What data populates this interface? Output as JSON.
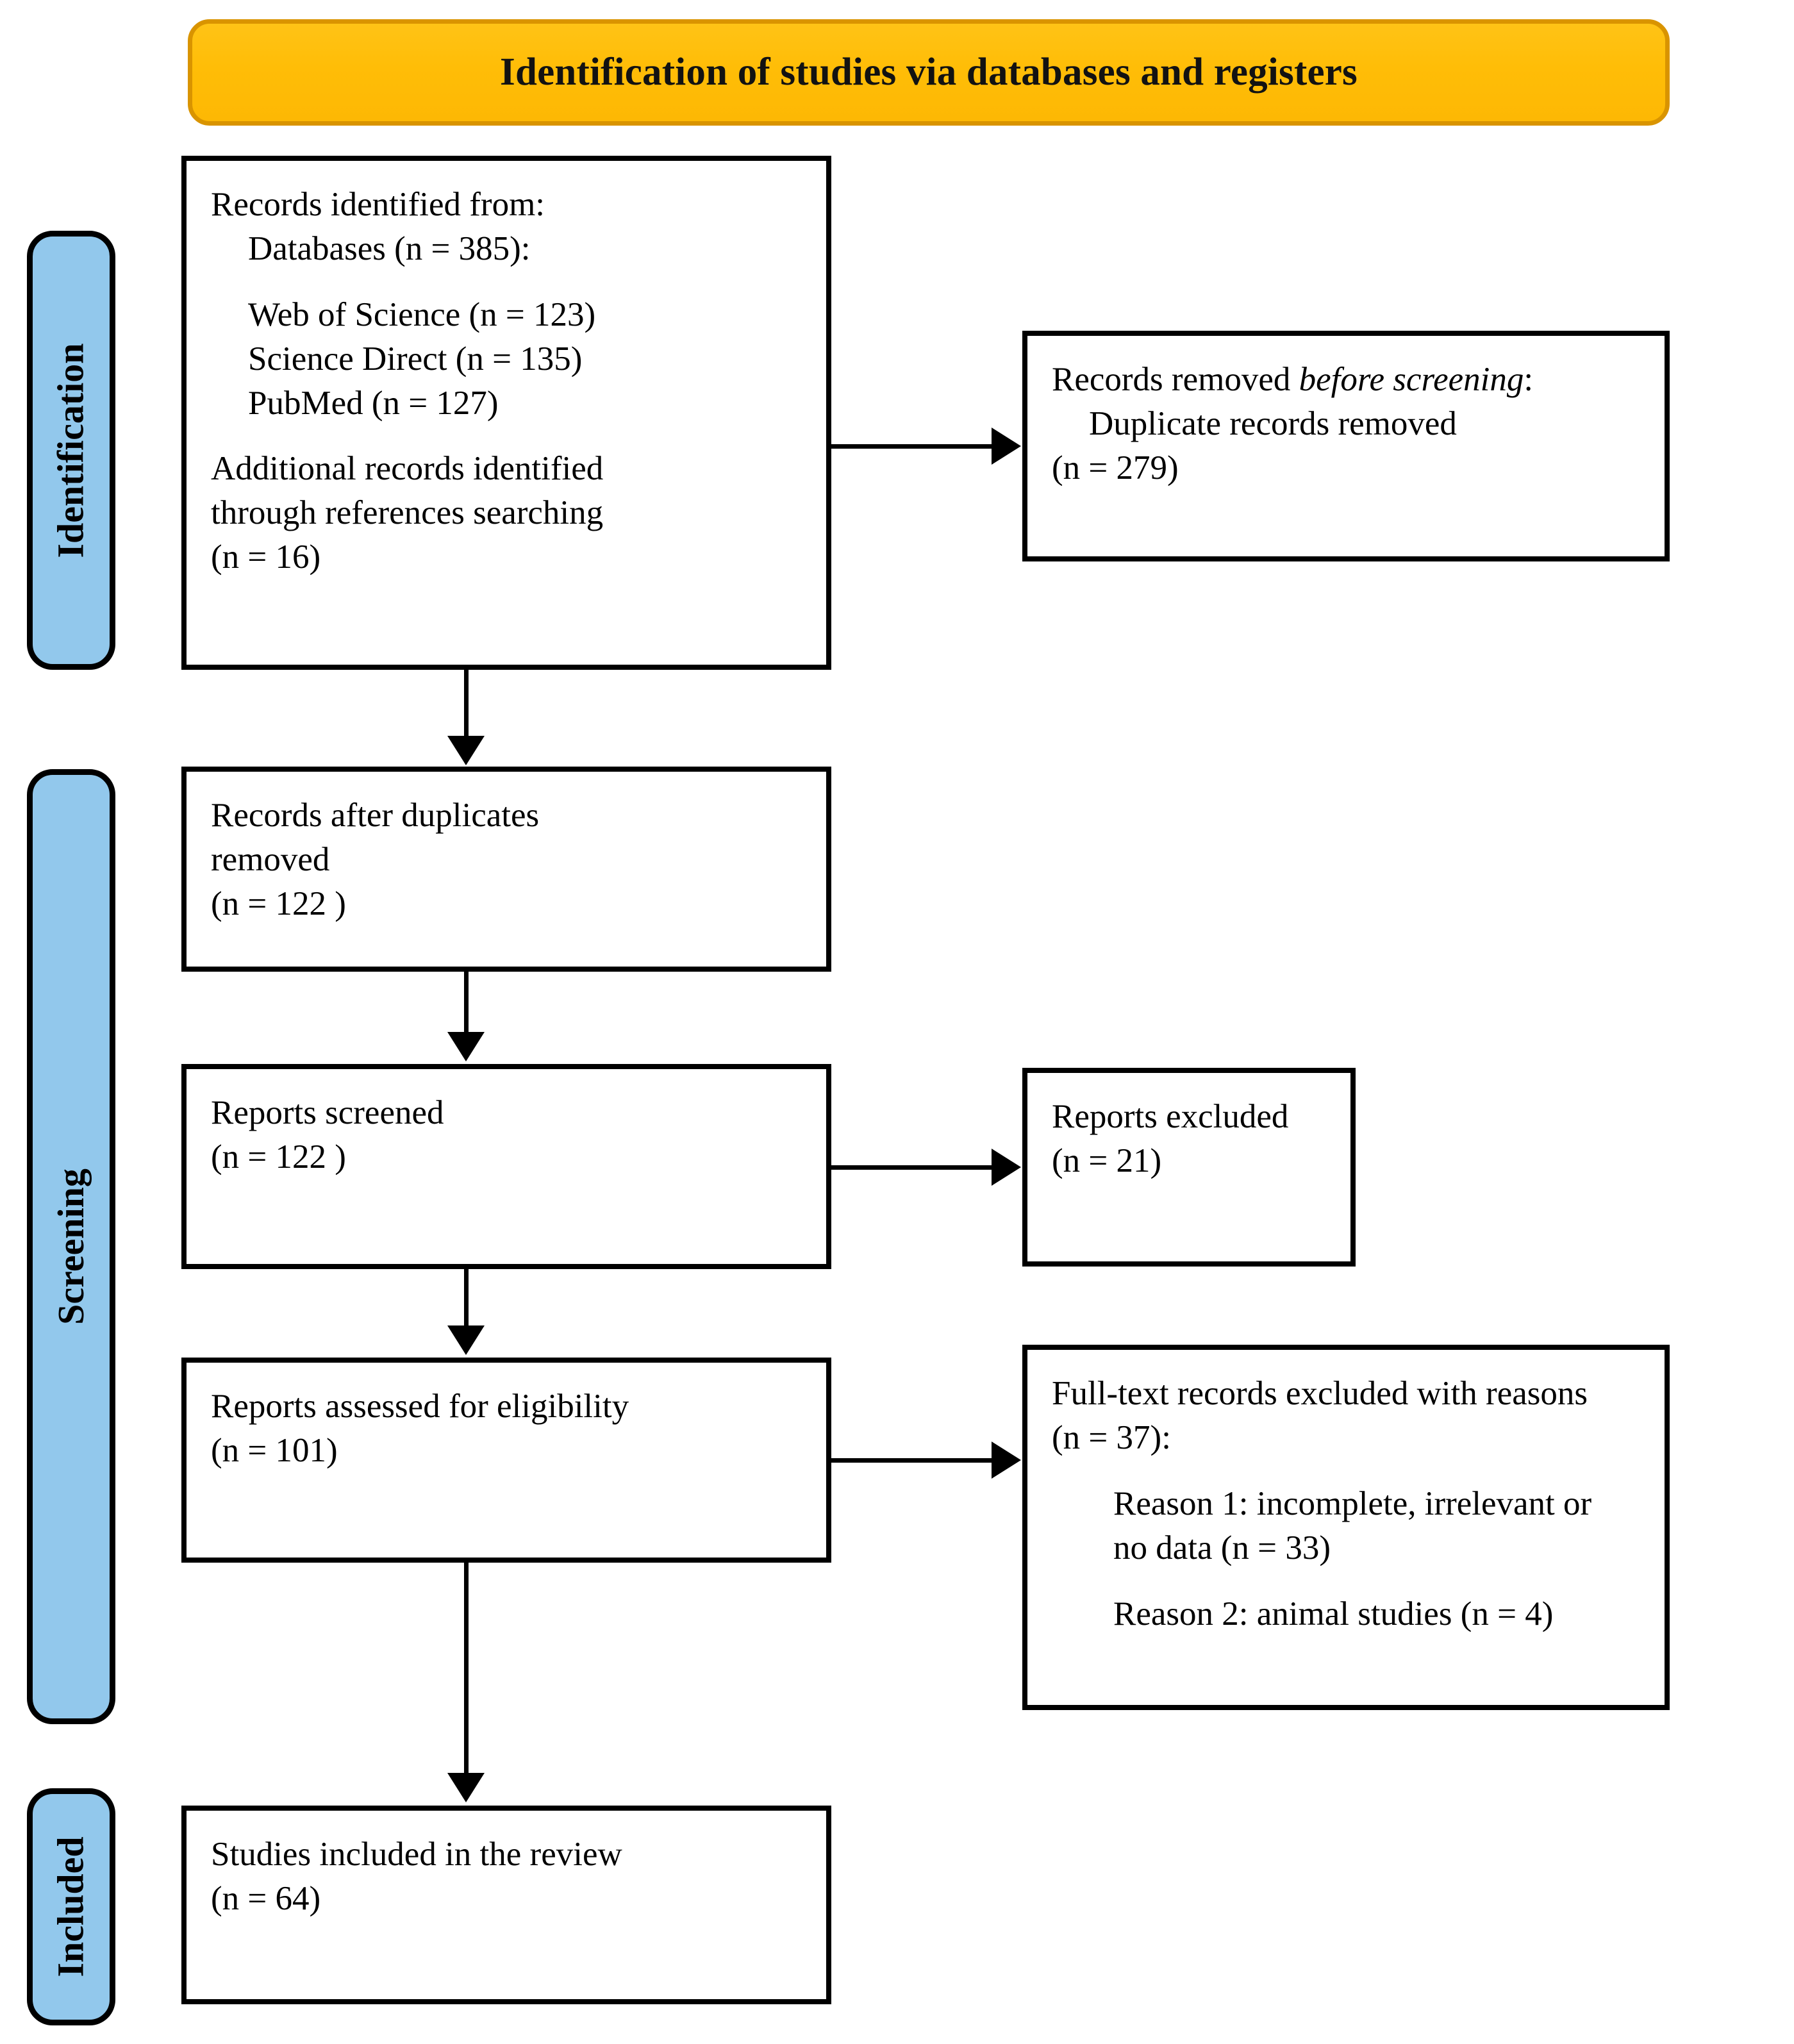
{
  "banner": {
    "title": "Identification of studies via databases and registers"
  },
  "colors": {
    "banner_fill": "#FFBC0A",
    "banner_border": "#D99400",
    "stage_fill": "#92C8EC",
    "stage_border": "#000000",
    "box_border": "#000000",
    "text": "#000000"
  },
  "stages": [
    {
      "id": "identification",
      "label": "Identification"
    },
    {
      "id": "screening",
      "label": "Screening"
    },
    {
      "id": "included",
      "label": "Included"
    }
  ],
  "boxes": {
    "identified": {
      "line1": "Records identified from:",
      "line2": "Databases (n = 385):",
      "line3": "Web of Science (n = 123)",
      "line4": "Science Direct (n = 135)",
      "line5": "PubMed (n = 127)",
      "line6": "Additional records identified",
      "line7": "through references searching",
      "line8": "(n = 16)"
    },
    "removed": {
      "line1_prefix": "Records removed ",
      "line1_em": "before screening",
      "line1_suffix": ":",
      "line2": "Duplicate records removed",
      "line3": "(n = 279)"
    },
    "after_duplicates": {
      "line1": "Records after duplicates",
      "line2": "removed",
      "line3": "(n = 122 )"
    },
    "screened": {
      "line1": "Reports screened",
      "line2": "(n = 122 )"
    },
    "excluded": {
      "line1": "Reports excluded",
      "line2": "(n = 21)"
    },
    "eligibility": {
      "line1": "Reports assessed for eligibility",
      "line2": "(n = 101)"
    },
    "fulltext_excluded": {
      "line1": "Full-text records excluded with reasons",
      "line2": "(n = 37):",
      "line3": "Reason 1: incomplete, irrelevant or",
      "line4": "no data (n = 33)",
      "line5": "Reason 2: animal studies (n = 4)"
    },
    "included": {
      "line1": "Studies included in the review",
      "line2": "(n = 64)"
    }
  },
  "counts": {
    "databases_total": 385,
    "web_of_science": 123,
    "science_direct": 135,
    "pubmed": 127,
    "additional_references": 16,
    "duplicates_removed": 279,
    "after_duplicates": 122,
    "reports_screened": 122,
    "reports_excluded": 21,
    "assessed_for_eligibility": 101,
    "fulltext_excluded": 37,
    "reason1_incomplete": 33,
    "reason2_animal": 4,
    "studies_included": 64
  }
}
